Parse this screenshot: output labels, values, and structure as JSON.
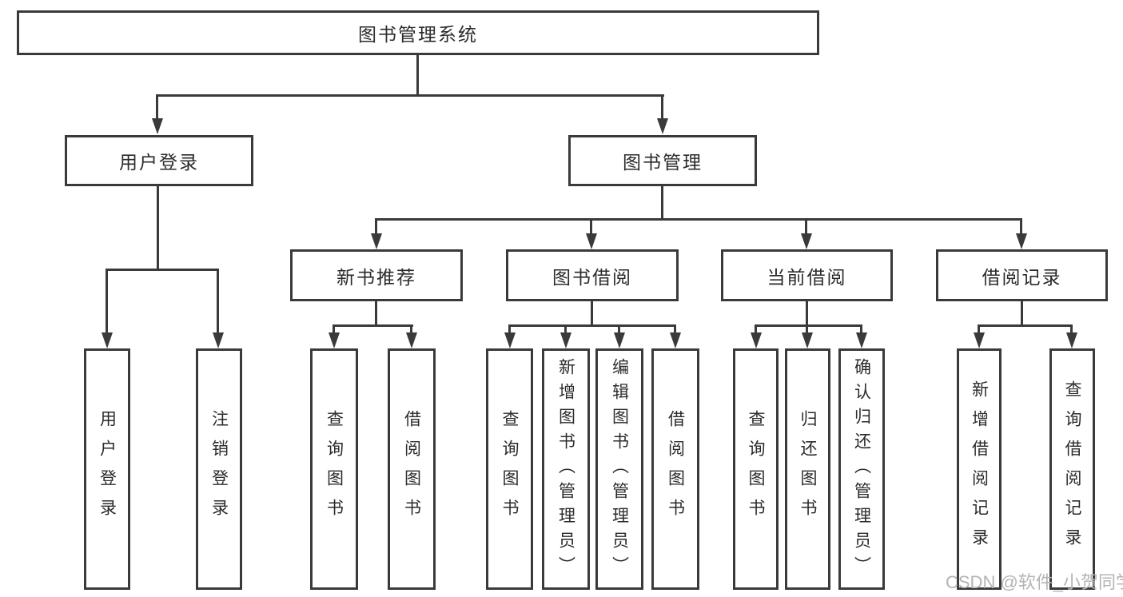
{
  "tree": {
    "root": {
      "label": "图书管理系统",
      "children": [
        {
          "label": "用户登录",
          "children": [
            {
              "label": "用户登录"
            },
            {
              "label": "注销登录"
            }
          ]
        },
        {
          "label": "图书管理",
          "children": [
            {
              "label": "新书推荐",
              "children": [
                {
                  "label": "查询图书"
                },
                {
                  "label": "借阅图书"
                }
              ]
            },
            {
              "label": "图书借阅",
              "children": [
                {
                  "label": "查询图书"
                },
                {
                  "label": "新增图书（管理员）"
                },
                {
                  "label": "编辑图书（管理员）"
                },
                {
                  "label": "借阅图书"
                }
              ]
            },
            {
              "label": "当前借阅",
              "children": [
                {
                  "label": "查询图书"
                },
                {
                  "label": "归还图书"
                },
                {
                  "label": "确认归还（管理员）"
                }
              ]
            },
            {
              "label": "借阅记录",
              "children": [
                {
                  "label": "新增借阅记录"
                },
                {
                  "label": "查询借阅记录"
                }
              ]
            }
          ]
        }
      ]
    }
  },
  "watermark": {
    "text": "CSDN @软件_小贺同学"
  },
  "colors": {
    "line": "#3a3a3a",
    "text": "#2b2b2b",
    "watermark": "#b4b4b4",
    "background": "#ffffff"
  }
}
